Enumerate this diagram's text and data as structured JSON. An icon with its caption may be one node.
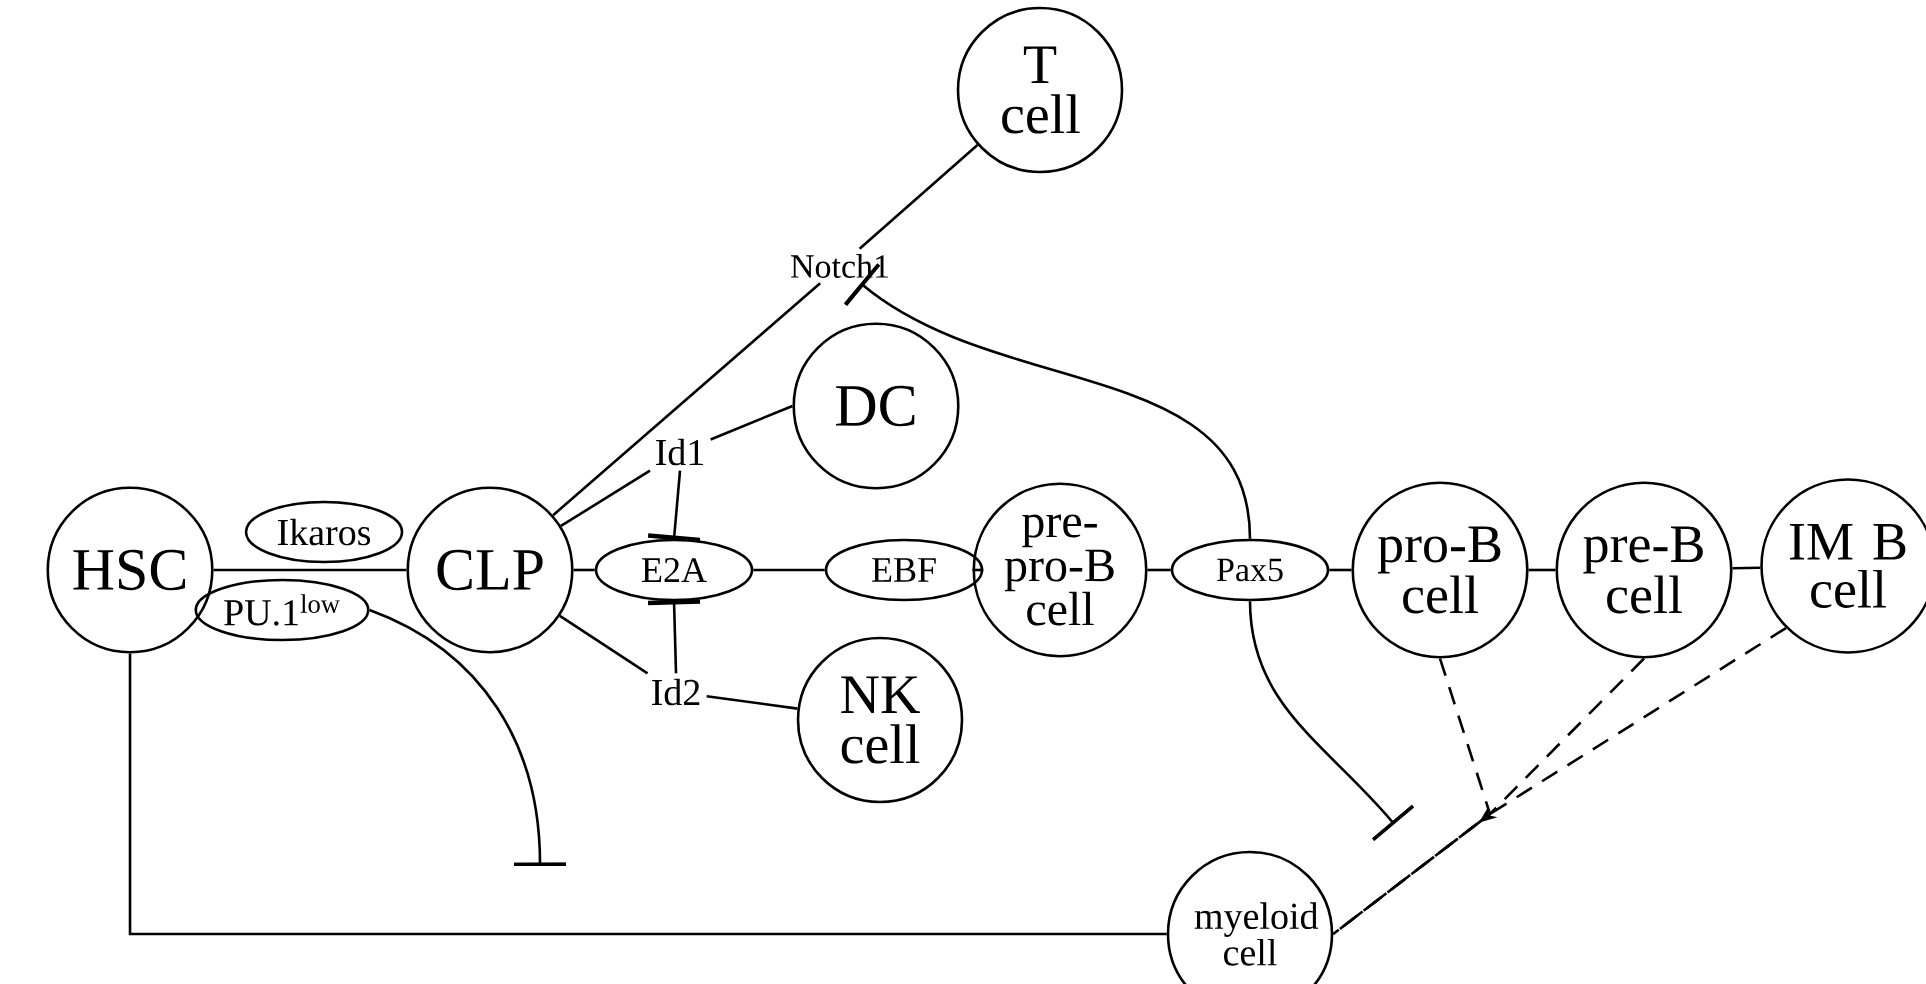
{
  "diagram": {
    "nodes": [
      {
        "text": [
          "HSC"
        ]
      },
      {
        "text": [
          "Ikaros"
        ]
      },
      {
        "text": [
          "PU.1$^{low}$"
        ]
      },
      {
        "text": [
          "CLP"
        ]
      },
      {
        "text": [
          "T cell"
        ]
      },
      {
        "text": [
          "Notch1"
        ]
      },
      {
        "text": [
          "Id1"
        ]
      },
      {
        "text": [
          "DC"
        ]
      },
      {
        "text": [
          "E2A"
        ]
      },
      {
        "text": [
          "EBF"
        ]
      },
      {
        "text": [
          "pre-pro-B cell"
        ]
      },
      {
        "text": [
          "Pax5"
        ]
      },
      {
        "text": [
          "Id2"
        ]
      },
      {
        "text": [
          "NK cell"
        ]
      },
      {
        "text": [
          "pro-B cell"
        ]
      },
      {
        "text": [
          "pre-B cell"
        ]
      },
      {
        "text": [
          "IM B cell"
        ]
      },
      {
        "text": [
          "myeloid cell"
        ]
      }
    ],
    "edges": [
      {
        "from": 0,
        "to": 3,
        "arrow": "none"
      },
      {
        "from": 3,
        "to": 5,
        "arrow": "none"
      },
      {
        "from": 5,
        "to": 4,
        "arrow": "none"
      },
      {
        "from": 11,
        "to": 5,
        "arrow": "other"
      },
      {
        "from": 3,
        "to": 6,
        "arrow": "none"
      },
      {
        "from": 6,
        "to": 7,
        "arrow": "none"
      },
      {
        "from": 6,
        "to": 8,
        "arrow": "other"
      },
      {
        "from": 3,
        "to": 8,
        "arrow": "none"
      },
      {
        "from": 8,
        "to": 9,
        "arrow": "none"
      },
      {
        "from": 9,
        "to": 10,
        "arrow": "none"
      },
      {
        "from": 10,
        "to": 11,
        "arrow": "none"
      },
      {
        "from": 11,
        "to": 14,
        "arrow": "none"
      },
      {
        "from": 14,
        "to": 15,
        "arrow": "none"
      },
      {
        "from": 15,
        "to": 16,
        "arrow": "none"
      },
      {
        "from": 3,
        "to": 12,
        "arrow": "none"
      },
      {
        "from": 12,
        "to": 13,
        "arrow": "none"
      },
      {
        "from": 12,
        "to": 8,
        "arrow": "other"
      },
      {
        "from": 0,
        "to": 17,
        "arrow": "none"
      },
      {
        "from": 2,
        "to": null,
        "arrow": "other"
      },
      {
        "from": 11,
        "to": null,
        "arrow": "other"
      },
      {
        "from": 14,
        "to": 17,
        "arrow": "none",
        "style": "dashed"
      },
      {
        "from": 15,
        "to": 17,
        "arrow": "to",
        "style": "dashed"
      },
      {
        "from": 16,
        "to": 17,
        "arrow": "none",
        "style": "dashed"
      }
    ]
  }
}
